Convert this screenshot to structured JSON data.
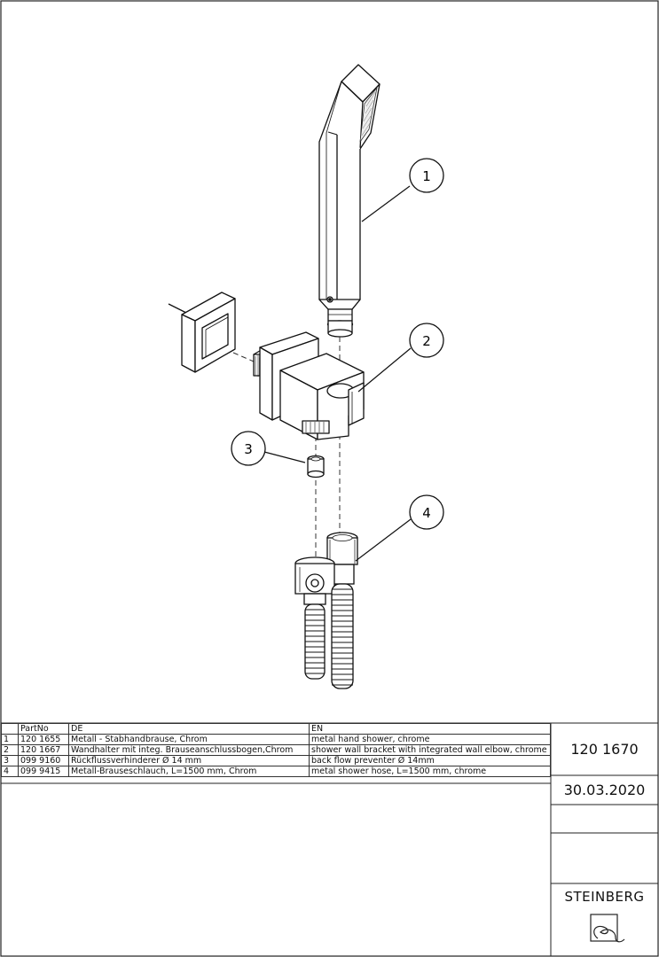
{
  "callouts": [
    "1",
    "2",
    "3",
    "4"
  ],
  "parts_table": {
    "headers": [
      "",
      "PartNo",
      "DE",
      "EN"
    ],
    "rows": [
      {
        "pos": "1",
        "part_no": "120 1655",
        "de": "Metall - Stabhandbrause, Chrom",
        "en": "metal hand shower, chrome"
      },
      {
        "pos": "2",
        "part_no": "120 1667",
        "de": "Wandhalter mit integ. Brauseanschlussbogen,Chrom",
        "en": "shower wall bracket with integrated wall elbow, chrome"
      },
      {
        "pos": "3",
        "part_no": "099 9160",
        "de": "Rückflussverhinderer  Ø 14 mm",
        "en": "back flow preventer Ø 14mm"
      },
      {
        "pos": "4",
        "part_no": "099 9415",
        "de": "Metall-Brauseschlauch, L=1500 mm, Chrom",
        "en": "metal shower hose, L=1500 mm, chrome"
      }
    ]
  },
  "title_block": {
    "drawing_number": "120 1670",
    "date": "30.03.2020",
    "brand": "STEINBERG",
    "logo_icon": "steinberg-logo-icon"
  }
}
